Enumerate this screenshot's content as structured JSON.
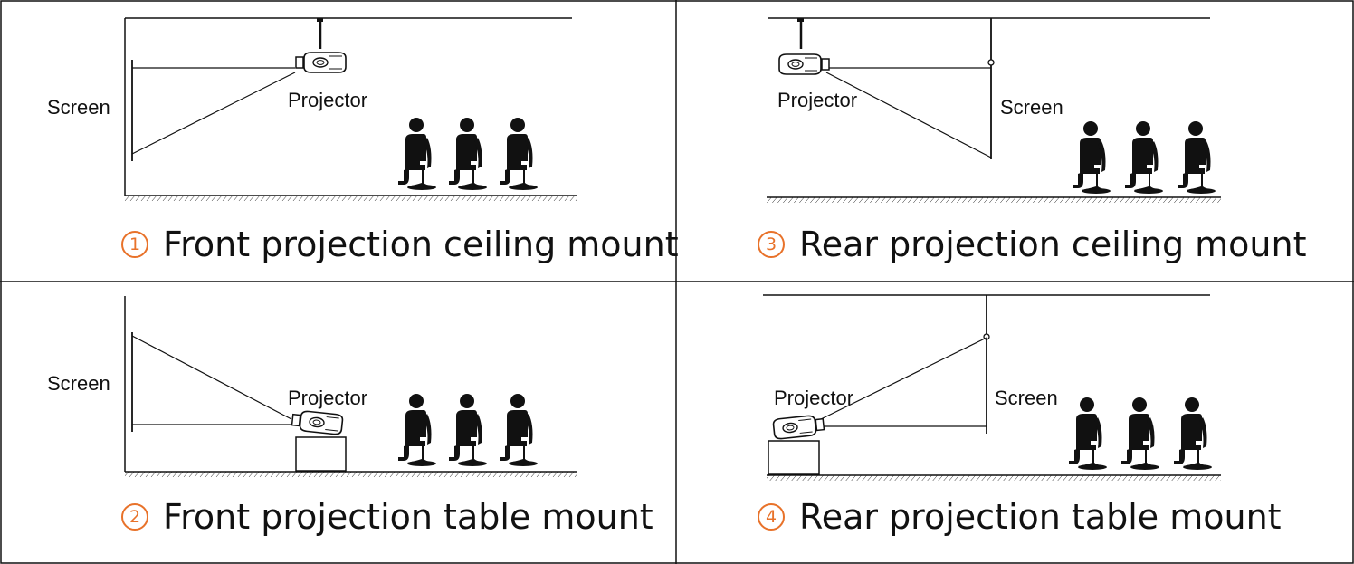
{
  "accent_color": "#e8722a",
  "line_color": "#111111",
  "panels": [
    {
      "number": "1",
      "title": "Front projection ceiling mount",
      "screen_label": "Screen",
      "projector_label": "Projector"
    },
    {
      "number": "3",
      "title": "Rear projection ceiling mount",
      "screen_label": "Screen",
      "projector_label": "Projector"
    },
    {
      "number": "2",
      "title": "Front projection table mount",
      "screen_label": "Screen",
      "projector_label": "Projector"
    },
    {
      "number": "4",
      "title": "Rear projection table mount",
      "screen_label": "Screen",
      "projector_label": "Projector"
    }
  ]
}
